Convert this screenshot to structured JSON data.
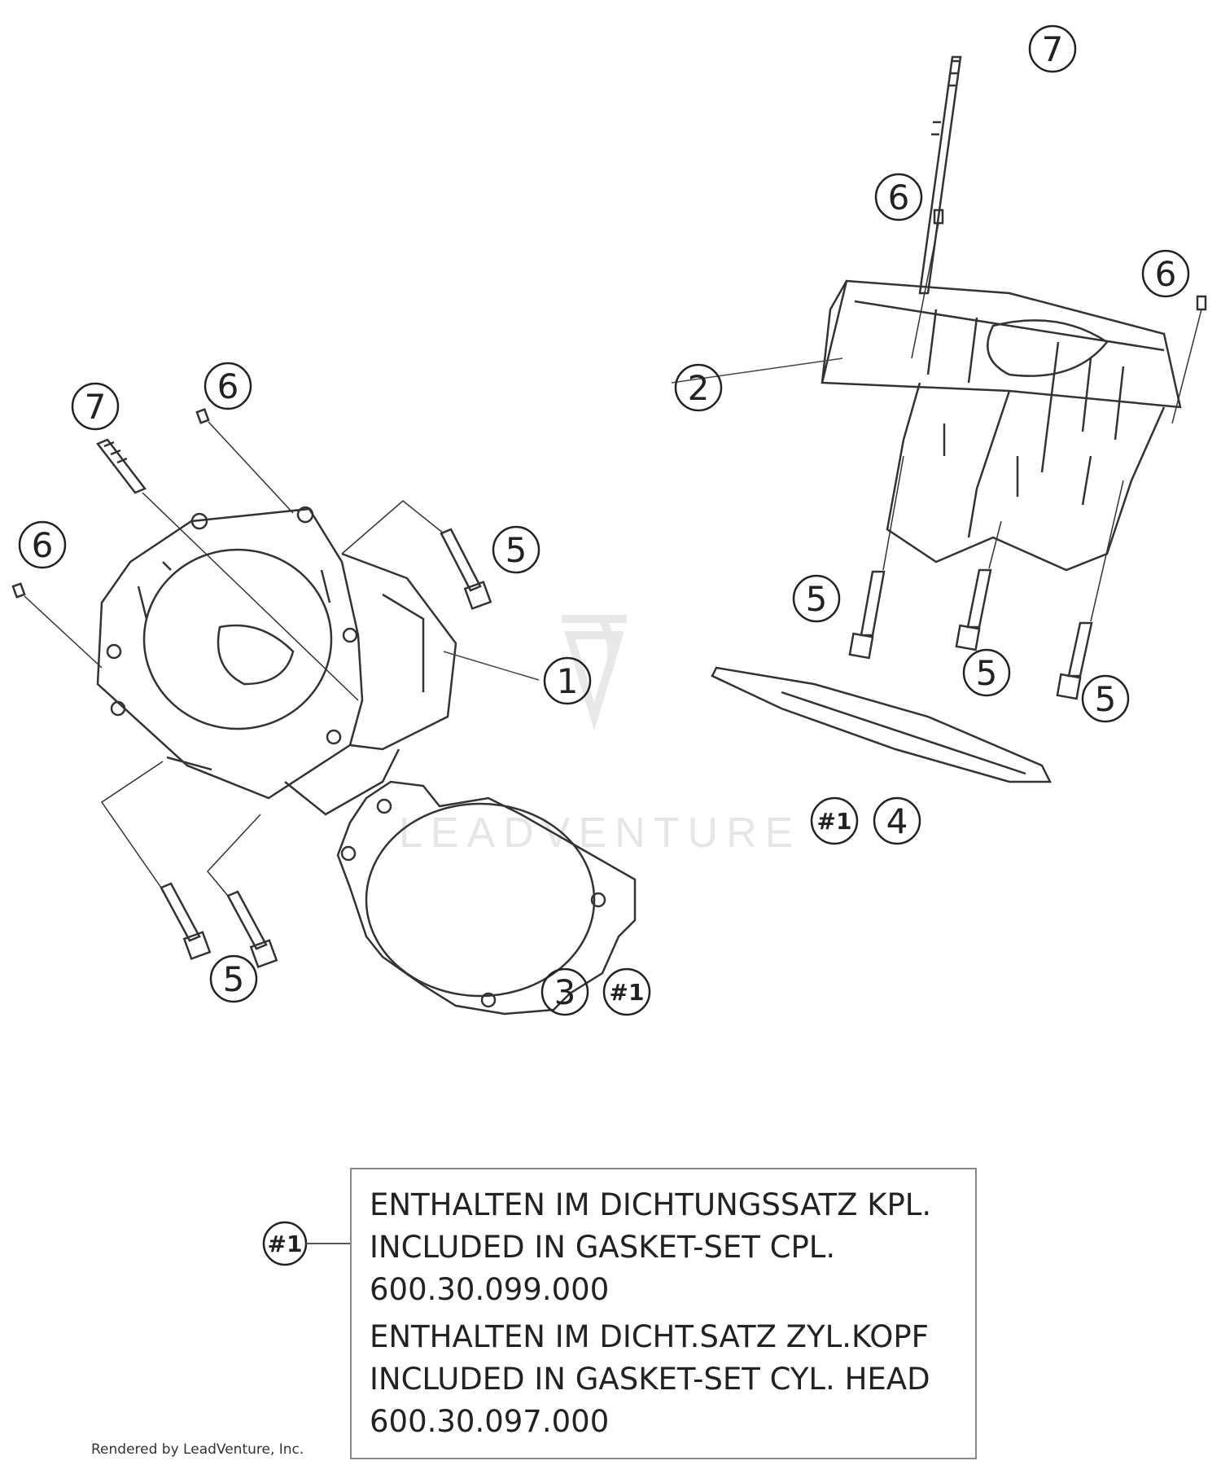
{
  "callouts": {
    "p7_top_right": "7",
    "p6_mid_right_a": "6",
    "p6_far_right": "6",
    "p2": "2",
    "p5_right_a": "5",
    "p5_right_b": "5",
    "p5_right_c": "5",
    "p4": "4",
    "p7_left": "7",
    "p6_left_top": "6",
    "p6_left": "6",
    "p5_left_top": "5",
    "p1": "1",
    "p5_left_bottom": "5",
    "p3": "3"
  },
  "tags": {
    "tag_4": "#1",
    "tag_3": "#1",
    "tag_note": "#1"
  },
  "watermark": "LEADVENTURE",
  "note": {
    "line1": "ENTHALTEN IM DICHTUNGSSATZ KPL.",
    "line2": "INCLUDED IN GASKET-SET CPL.",
    "line3": "600.30.099.000",
    "line4": "ENTHALTEN IM DICHT.SATZ ZYL.KOPF",
    "line5": "INCLUDED IN GASKET-SET CYL. HEAD",
    "line6": "600.30.097.000"
  },
  "credit": "Rendered by LeadVenture, Inc."
}
